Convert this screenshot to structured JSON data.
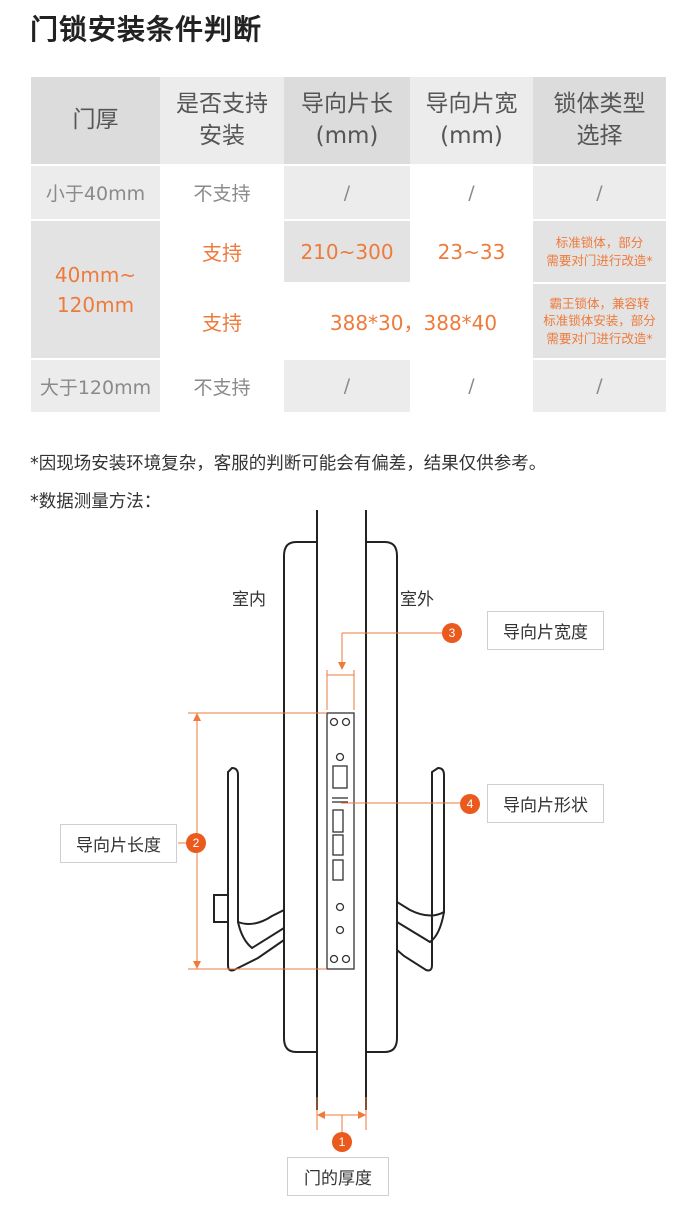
{
  "title": "门锁安装条件判断",
  "table": {
    "headers": [
      "门厚",
      "是否支持\n安装",
      "导向片长\n(mm)",
      "导向片宽\n(mm)",
      "锁体类型\n选择"
    ],
    "rows": [
      {
        "thickness": "小于40mm",
        "support": "不支持",
        "length": "/",
        "width": "/",
        "type": "/"
      },
      {
        "thickness": "40mm~\n120mm",
        "support": "支持",
        "length": "210~300",
        "width": "23~33",
        "type": "标准锁体，部分\n需要对门进行改造*"
      },
      {
        "support": "支持",
        "size": "388*30，388*40",
        "type": "霸王锁体，兼容转\n标准锁体安装，部分\n需要对门进行改造*"
      },
      {
        "thickness": "大于120mm",
        "support": "不支持",
        "length": "/",
        "width": "/",
        "type": "/"
      }
    ]
  },
  "notes": {
    "note1": "*因现场安装环境复杂，客服的判断可能会有偏差，结果仅供参考。",
    "note2": "*数据测量方法："
  },
  "diagram": {
    "indoor": "室内",
    "outdoor": "室外",
    "label_width": "导向片宽度",
    "label_shape": "导向片形状",
    "label_length": "导向片长度",
    "label_thickness": "门的厚度",
    "badges": [
      "1",
      "2",
      "3",
      "4"
    ],
    "accent_color": "#ea5a1c"
  }
}
